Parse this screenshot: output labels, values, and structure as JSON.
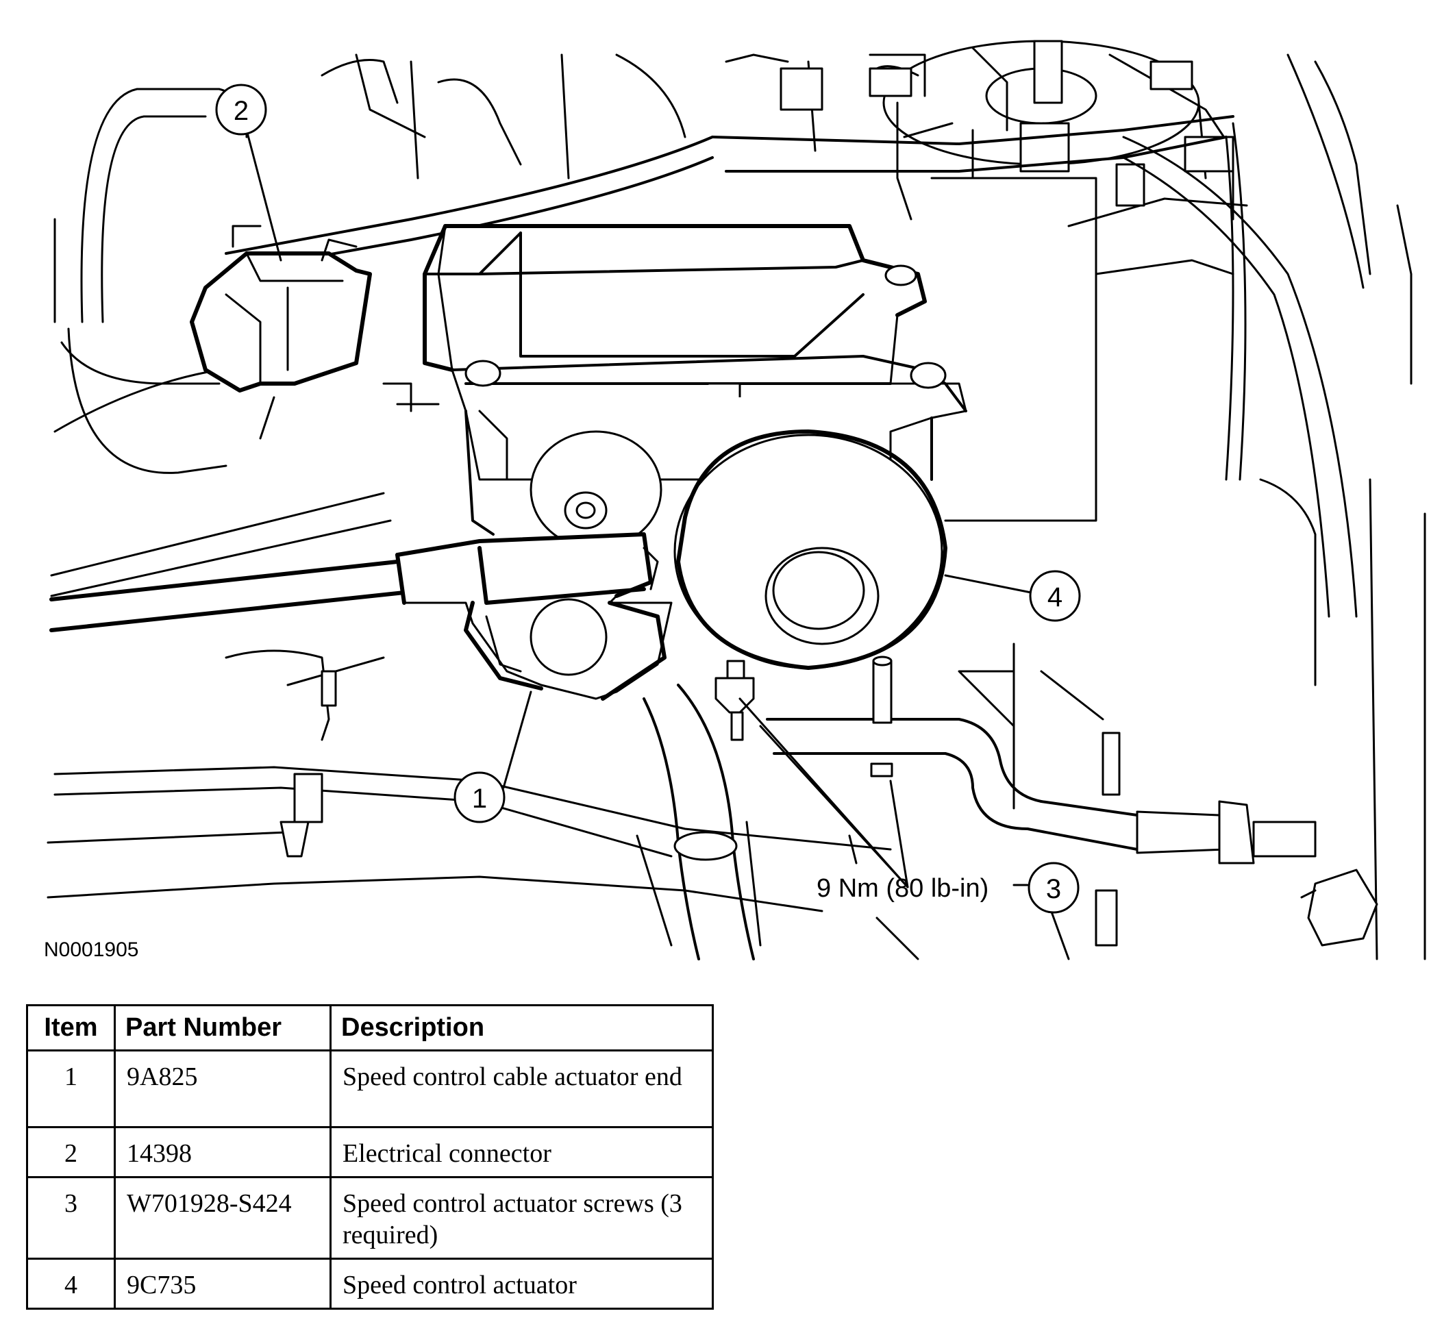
{
  "figure": {
    "id": "N0001905",
    "torque_label": "9 Nm (80 lb-in)",
    "callouts": [
      "1",
      "2",
      "3",
      "4"
    ]
  },
  "parts_table": {
    "headers": {
      "item": "Item",
      "part_number": "Part Number",
      "description": "Description"
    },
    "rows": [
      {
        "item": "1",
        "part_number": "9A825",
        "description": "Speed control cable actuator end"
      },
      {
        "item": "2",
        "part_number": "14398",
        "description": "Electrical connector"
      },
      {
        "item": "3",
        "part_number": "W701928-S424",
        "description": "Speed control actuator screws (3 required)"
      },
      {
        "item": "4",
        "part_number": "9C735",
        "description": "Speed control actuator"
      }
    ]
  }
}
